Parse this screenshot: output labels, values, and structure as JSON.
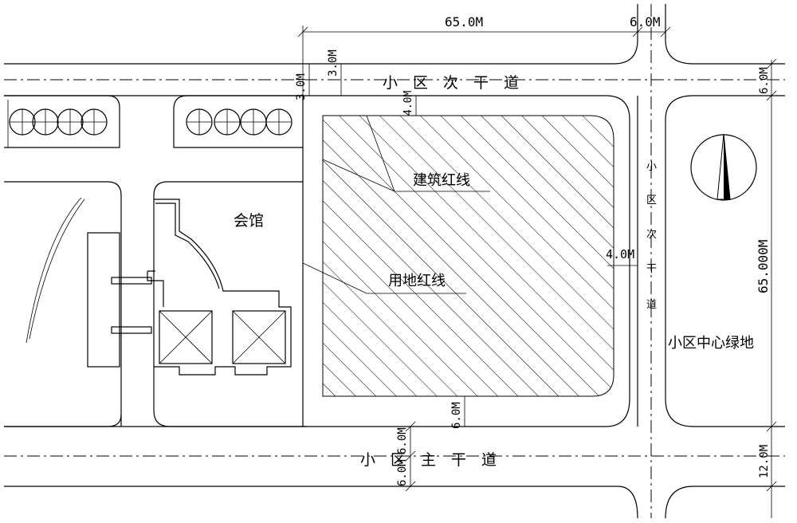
{
  "roads": {
    "secondary_road_top": "小　区　次　干　道",
    "secondary_road_right": [
      "小",
      "区",
      "次",
      "干",
      "道"
    ],
    "main_road": "小　区　主　干　道"
  },
  "labels": {
    "clubhouse": "会馆",
    "building_line": "建筑红线",
    "site_line": "用地红线",
    "central_green": "小区中心绿地"
  },
  "dimensions": {
    "site_width": "65.0M",
    "road_width_right": "6.0M",
    "top_offset_left": "3.0M",
    "top_offset_inner": "3.0M",
    "right_top": "6.0M",
    "setback_top": "4.0M",
    "setback_right": "4.0M",
    "site_depth": "65.000M",
    "setback_bottom": "6.0M",
    "main_road_half_top": "6.0M",
    "main_road_half_bottom": "6.0M",
    "main_road_right": "12.0M"
  },
  "north_arrow": {
    "icon": "north-arrow-icon"
  }
}
